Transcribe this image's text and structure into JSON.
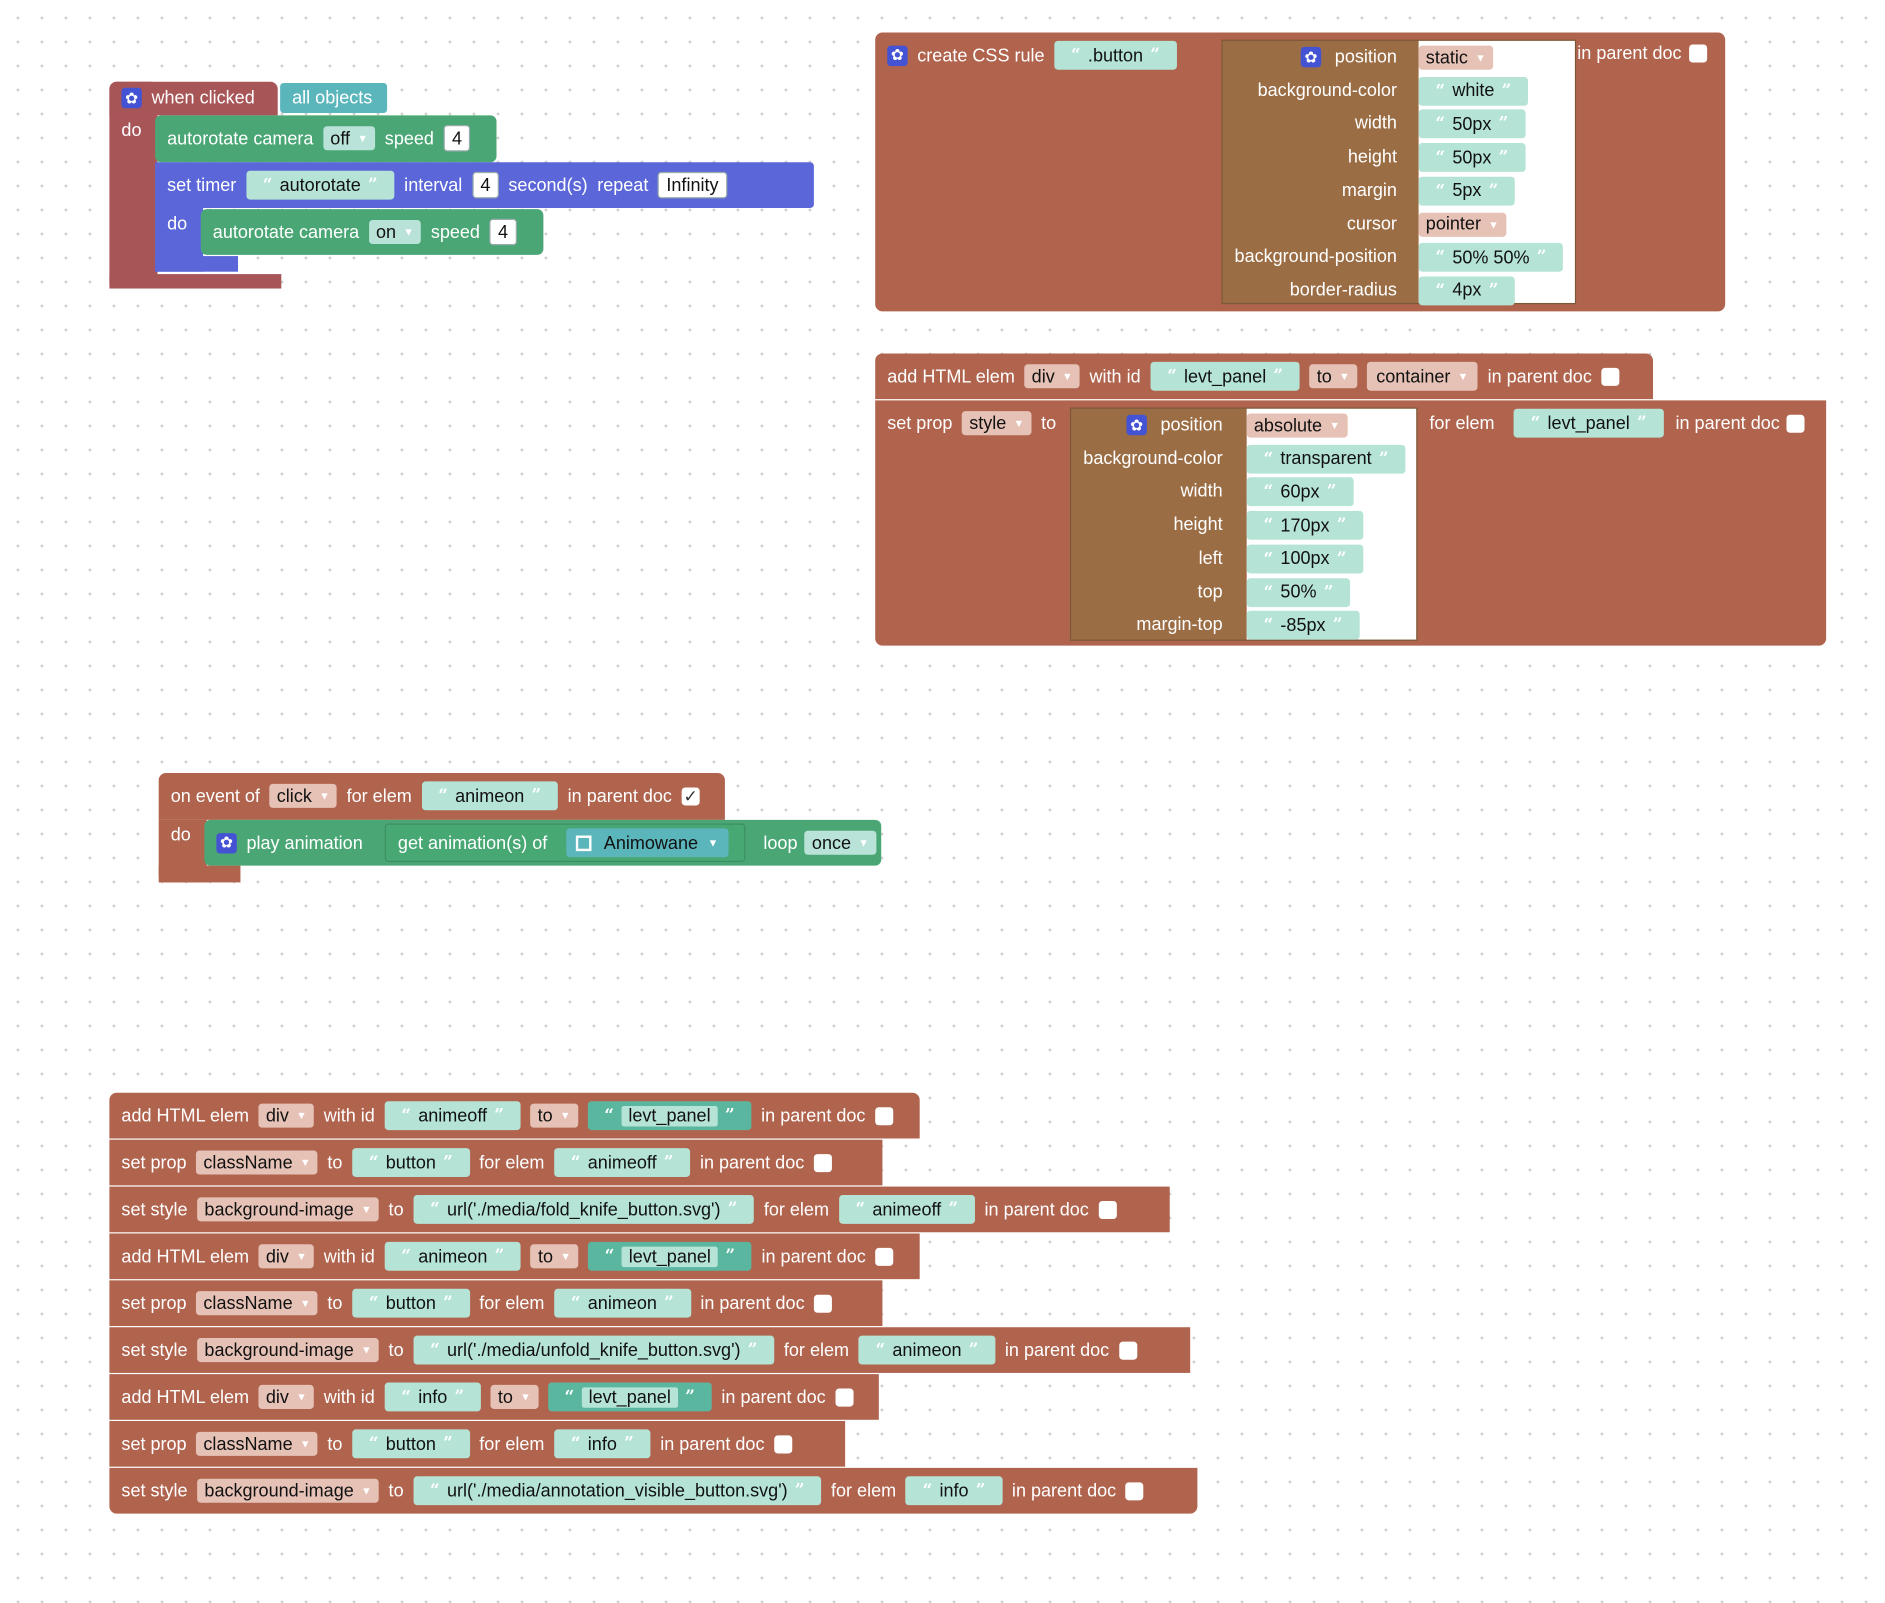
{
  "colors": {
    "style_block": "#b0644e",
    "nested_style": "#9b6d45",
    "event_block": "#a85558",
    "green_block": "#4aa775",
    "timer_block": "#5b67d8",
    "string_field": "#b5e3d6",
    "teal_param": "#5bb6bc"
  },
  "b1": {
    "when": "when clicked",
    "objects": "all objects",
    "do": "do",
    "cam1": "autorotate camera",
    "cam1_state": "off",
    "speed": "speed",
    "cam1_speed": "4",
    "timer": "set timer",
    "timer_name": "autorotate",
    "interval": "interval",
    "interval_val": "4",
    "seconds": "second(s)",
    "repeat": "repeat",
    "repeat_val": "Infinity",
    "do2": "do",
    "cam2": "autorotate camera",
    "cam2_state": "on",
    "cam2_speed": "4"
  },
  "css": {
    "label": "create CSS rule",
    "selector": ".button",
    "parent": "in parent doc",
    "props": [
      {
        "k": "position",
        "v": "static",
        "type": "dd"
      },
      {
        "k": "background-color",
        "v": "white",
        "type": "str"
      },
      {
        "k": "width",
        "v": "50px",
        "type": "str"
      },
      {
        "k": "height",
        "v": "50px",
        "type": "str"
      },
      {
        "k": "margin",
        "v": "5px",
        "type": "str"
      },
      {
        "k": "cursor",
        "v": "pointer",
        "type": "dd"
      },
      {
        "k": "background-position",
        "v": "50% 50%",
        "type": "str"
      },
      {
        "k": "border-radius",
        "v": "4px",
        "type": "str"
      }
    ]
  },
  "panel": {
    "add": "add HTML elem",
    "tag": "div",
    "withid": "with id",
    "id": "levt_panel",
    "to": "to",
    "to_val": "container",
    "parent": "in parent doc",
    "setprop": "set prop",
    "prop": "style",
    "to2": "to",
    "forelem": "for elem",
    "elem": "levt_panel",
    "parent2": "in parent doc",
    "props": [
      {
        "k": "position",
        "v": "absolute",
        "type": "dd"
      },
      {
        "k": "background-color",
        "v": "transparent",
        "type": "str"
      },
      {
        "k": "width",
        "v": "60px",
        "type": "str"
      },
      {
        "k": "height",
        "v": "170px",
        "type": "str"
      },
      {
        "k": "left",
        "v": "100px",
        "type": "str"
      },
      {
        "k": "top",
        "v": "50%",
        "type": "str"
      },
      {
        "k": "margin-top",
        "v": "-85px",
        "type": "str"
      }
    ]
  },
  "event": {
    "on": "on event of",
    "evt": "click",
    "forelem": "for elem",
    "elem": "animeon",
    "parent": "in parent doc",
    "check": "✓",
    "do": "do",
    "play": "play animation",
    "get": "get animation(s) of",
    "object": "Animowane",
    "loop": "loop",
    "loop_val": "once"
  },
  "rows": [
    {
      "a": "add HTML elem",
      "d1": "div",
      "b": "with id",
      "s1": "animeoff",
      "d2": "to",
      "s2": "levt_panel",
      "p": "in parent doc",
      "kind": "add"
    },
    {
      "a": "set prop",
      "d1": "className",
      "b": "to",
      "s1": "button",
      "c": "for elem",
      "s2": "animeoff",
      "p": "in parent doc",
      "kind": "prop"
    },
    {
      "a": "set style",
      "d1": "background-image",
      "b": "to",
      "s1": "url('./media/fold_knife_button.svg')",
      "c": "for elem",
      "s2": "animeoff",
      "p": "in parent doc",
      "kind": "prop"
    },
    {
      "a": "add HTML elem",
      "d1": "div",
      "b": "with id",
      "s1": "animeon",
      "d2": "to",
      "s2": "levt_panel",
      "p": "in parent doc",
      "kind": "add"
    },
    {
      "a": "set prop",
      "d1": "className",
      "b": "to",
      "s1": "button",
      "c": "for elem",
      "s2": "animeon",
      "p": "in parent doc",
      "kind": "prop"
    },
    {
      "a": "set style",
      "d1": "background-image",
      "b": "to",
      "s1": "url('./media/unfold_knife_button.svg')",
      "c": "for elem",
      "s2": "animeon",
      "p": "in parent doc",
      "kind": "prop"
    },
    {
      "a": "add HTML elem",
      "d1": "div",
      "b": "with id",
      "s1": "info",
      "d2": "to",
      "s2": "levt_panel",
      "p": "in parent doc",
      "kind": "add"
    },
    {
      "a": "set prop",
      "d1": "className",
      "b": "to",
      "s1": "button",
      "c": "for elem",
      "s2": "info",
      "p": "in parent doc",
      "kind": "prop"
    },
    {
      "a": "set style",
      "d1": "background-image",
      "b": "to",
      "s1": "url('./media/annotation_visible_button.svg')",
      "c": "for elem",
      "s2": "info",
      "p": "in parent doc",
      "kind": "prop"
    }
  ]
}
